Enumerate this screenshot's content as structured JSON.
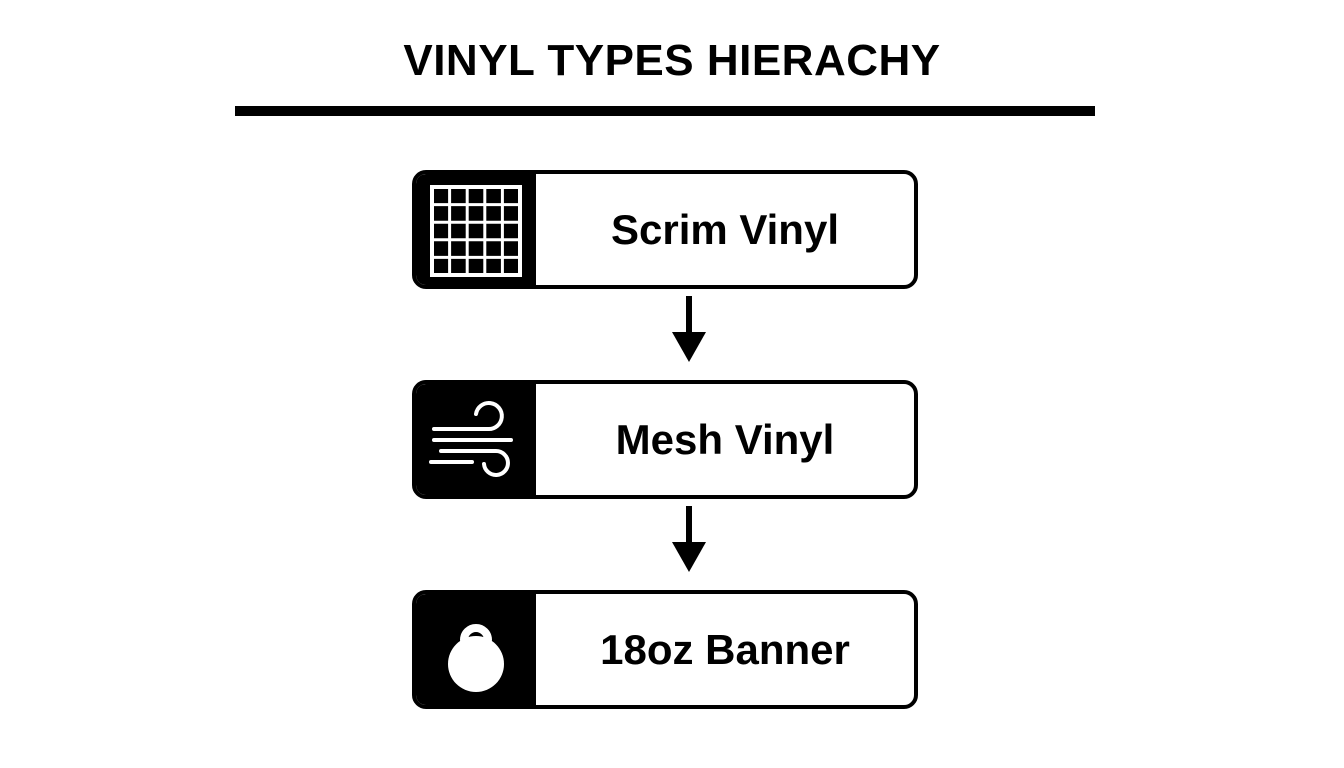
{
  "title": "VINYL TYPES HIERACHY",
  "nodes": [
    {
      "label": "Scrim Vinyl",
      "icon": "grid-icon"
    },
    {
      "label": "Mesh Vinyl",
      "icon": "wind-icon"
    },
    {
      "label": "18oz Banner",
      "icon": "kettlebell-weight-icon"
    }
  ],
  "colors": {
    "foreground": "#000000",
    "background": "#ffffff"
  }
}
